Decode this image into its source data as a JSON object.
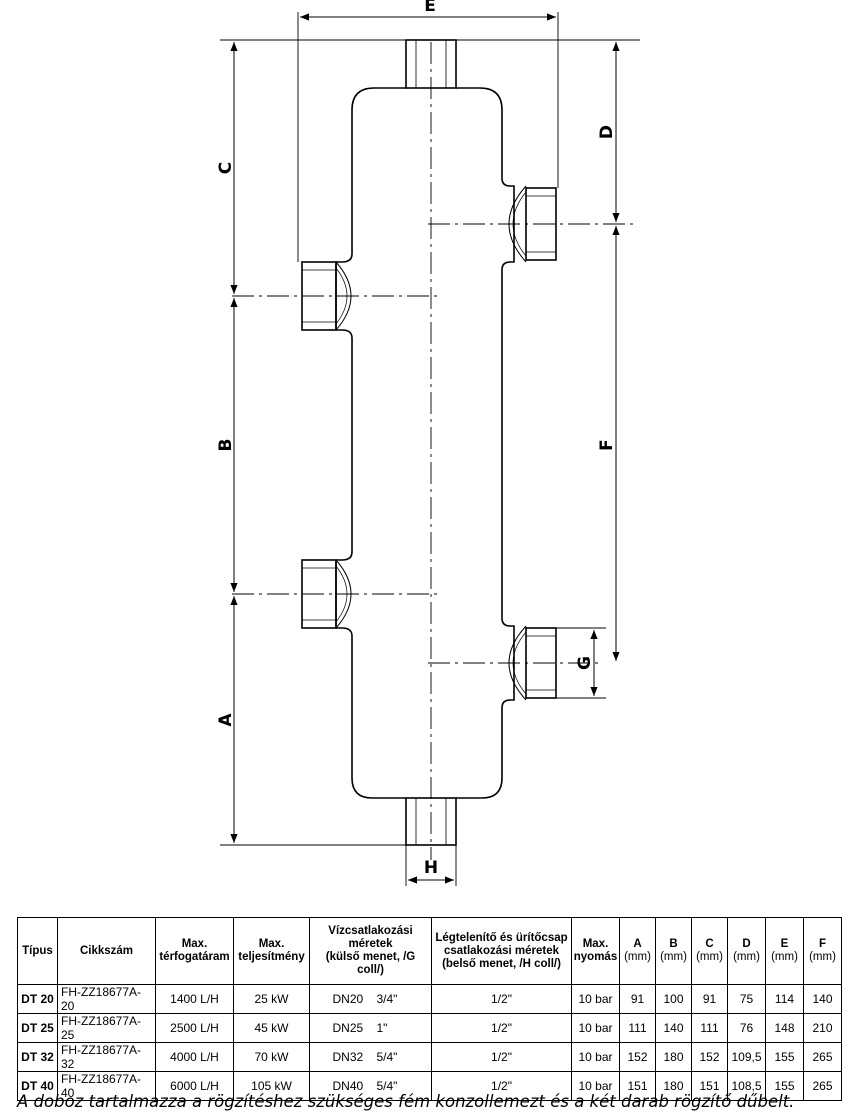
{
  "dimension_labels": {
    "A": "A",
    "B": "B",
    "C": "C",
    "D": "D",
    "E": "E",
    "F": "F",
    "G": "G",
    "H": "H"
  },
  "table": {
    "headers": {
      "tipus": "Típus",
      "cikkszam": "Cikkszám",
      "terfogataram_1": "Max.",
      "terfogataram_2": "térfogatáram",
      "teljesitmeny_1": "Max.",
      "teljesitmeny_2": "teljesítmény",
      "viz_1": "Vízcsatlakozási",
      "viz_2": "méretek",
      "viz_3": "(külső menet, /G coll/)",
      "leg_1": "Légtelenítő és ürítőcsap",
      "leg_2": "csatlakozási méretek",
      "leg_3": "(belső menet, /H coll/)",
      "nyomas_1": "Max.",
      "nyomas_2": "nyomás",
      "A": "A",
      "B": "B",
      "C": "C",
      "D": "D",
      "E": "E",
      "F": "F",
      "unit": "(mm)"
    },
    "rows": [
      {
        "tipus": "DT 20",
        "cikkszam": "FH-ZZ18677A-20",
        "flow": "1400 L/H",
        "power": "25 kW",
        "dn": "DN20",
        "coll": "3/4\"",
        "vent": "1/2\"",
        "pressure": "10 bar",
        "A": "91",
        "B": "100",
        "C": "91",
        "D": "75",
        "E": "114",
        "F": "140"
      },
      {
        "tipus": "DT 25",
        "cikkszam": "FH-ZZ18677A-25",
        "flow": "2500 L/H",
        "power": "45 kW",
        "dn": "DN25",
        "coll": "1\"",
        "vent": "1/2\"",
        "pressure": "10 bar",
        "A": "111",
        "B": "140",
        "C": "111",
        "D": "76",
        "E": "148",
        "F": "210"
      },
      {
        "tipus": "DT 32",
        "cikkszam": "FH-ZZ18677A-32",
        "flow": "4000 L/H",
        "power": "70 kW",
        "dn": "DN32",
        "coll": "5/4\"",
        "vent": "1/2\"",
        "pressure": "10 bar",
        "A": "152",
        "B": "180",
        "C": "152",
        "D": "109,5",
        "E": "155",
        "F": "265"
      },
      {
        "tipus": "DT 40",
        "cikkszam": "FH-ZZ18677A-40",
        "flow": "6000 L/H",
        "power": "105 kW",
        "dn": "DN40",
        "coll": "5/4\"",
        "vent": "1/2\"",
        "pressure": "10 bar",
        "A": "151",
        "B": "180",
        "C": "151",
        "D": "108,5",
        "E": "155",
        "F": "265"
      }
    ]
  },
  "footnote": "A doboz tartalmazza a rögzítéshez szükséges fém konzollemezt és a két darab rögzítő dűbelt."
}
